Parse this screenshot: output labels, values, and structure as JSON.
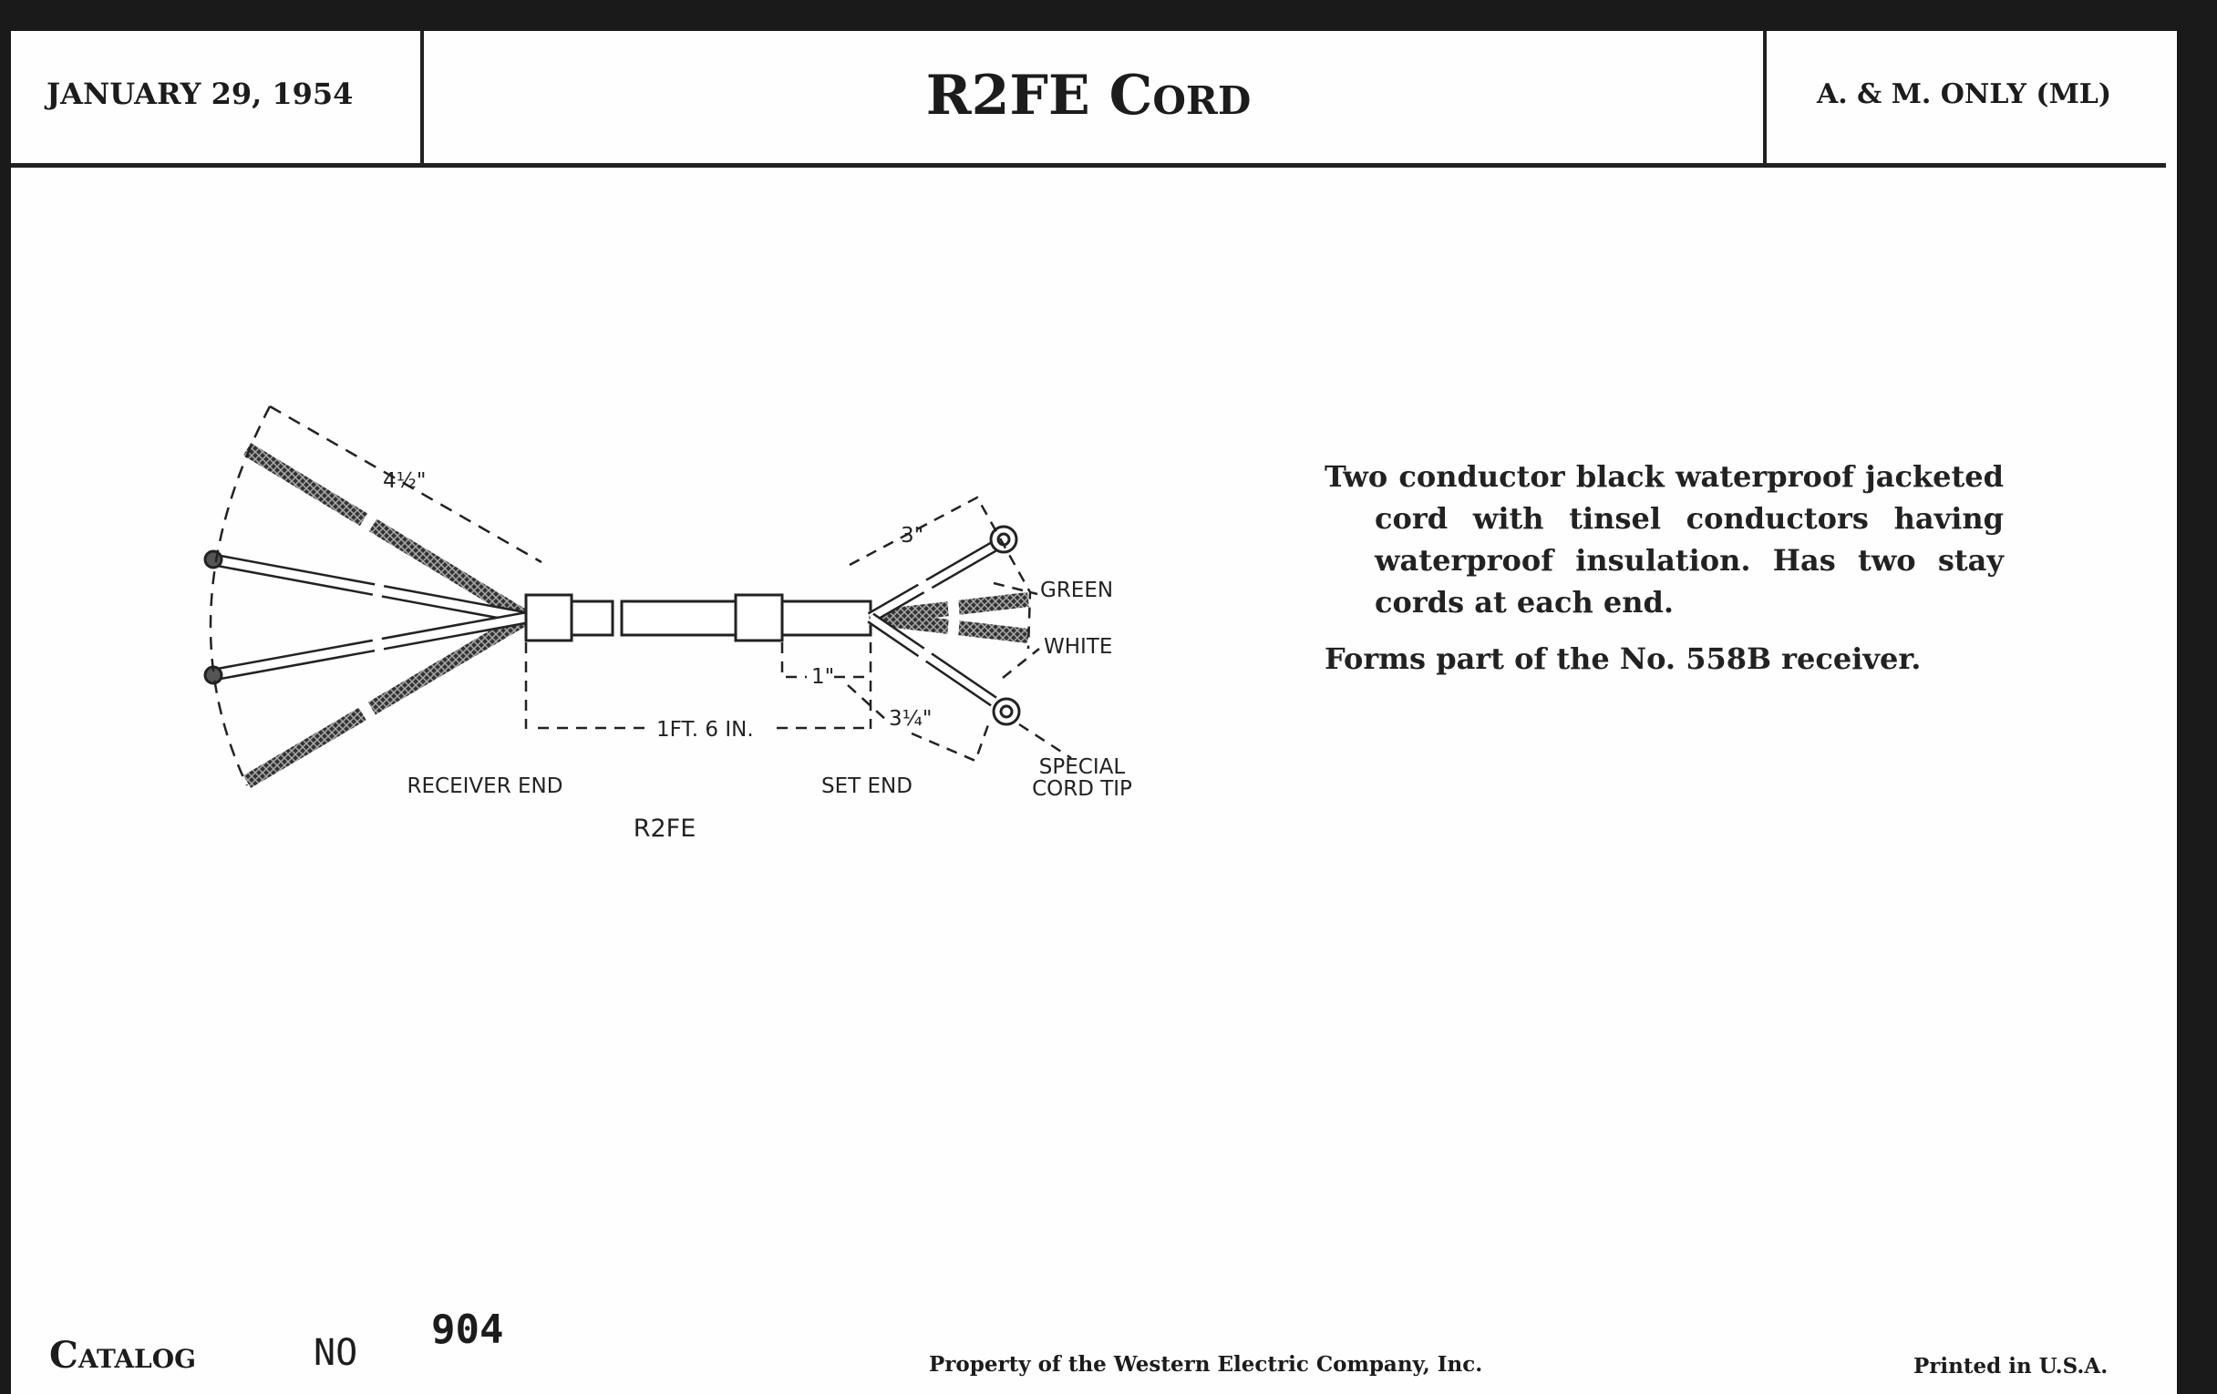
{
  "header": {
    "date": "JANUARY 29, 1954",
    "title": "R2FE Cord",
    "restriction": "A. & M. ONLY (ML)"
  },
  "diagram": {
    "name": "R2FE",
    "labels": {
      "receiver_end": "RECEIVER END",
      "set_end": "SET END",
      "green": "GREEN",
      "white": "WHITE",
      "special_1": "SPECIAL",
      "special_2": "CORD TIP"
    },
    "dimensions": {
      "receiver_leads": "4½\"",
      "set_leads": "3\"",
      "length": "1FT. 6 IN.",
      "sleeve": "1\"",
      "tip_leads": "3¼\""
    }
  },
  "description": [
    "Two conductor black waterproof jacketed cord with tinsel conductors having waterproof insulation. Has two stay cords at each end.",
    "Forms part of the No. 558B receiver."
  ],
  "footer": {
    "catalog_label": "Catalog",
    "no_label": "NO",
    "catalog_number": "904",
    "property": "Property of the Western Electric Company, Inc.",
    "printed": "Printed in U.S.A."
  }
}
